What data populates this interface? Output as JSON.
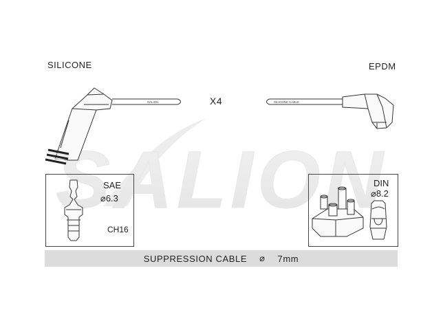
{
  "labels": {
    "left_material": "SILICONE",
    "right_material": "EPDM",
    "quantity": "X4",
    "left_cable_print": "SALION",
    "right_cable_print": "SILICONE CABLE"
  },
  "watermark": {
    "text": "SALION"
  },
  "sae_box": {
    "standard": "SAE",
    "size": "⌀6.3",
    "code": "CH16"
  },
  "din_box": {
    "standard": "DIN",
    "size": "⌀8.2"
  },
  "footer": {
    "cable_type": "SUPPRESSION CABLE",
    "diameter_symbol": "⌀",
    "diameter": "7mm"
  }
}
